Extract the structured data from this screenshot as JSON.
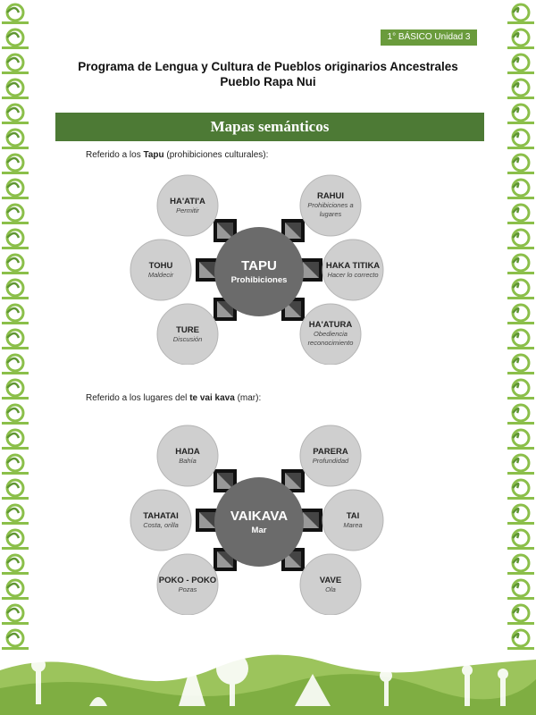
{
  "header": {
    "badge": "1° BÁSICO Unidad 3",
    "title_line1": "Programa de Lengua y Cultura de Pueblos originarios Ancestrales",
    "title_line2": "Pueblo Rapa Nui"
  },
  "banner": {
    "title": "Mapas semánticos"
  },
  "section1": {
    "intro_pre": "Referido a los ",
    "intro_bold": "Tapu",
    "intro_post": " (prohibiciones culturales):",
    "center": {
      "title": "TAPU",
      "subtitle": "Prohibiciones"
    },
    "nodes": [
      {
        "word": "HA'ATI'A",
        "meaning": [
          "Permitir"
        ]
      },
      {
        "word": "RAHUI",
        "meaning": [
          "Prohibiciones a",
          "lugares"
        ]
      },
      {
        "word": "TOHU",
        "meaning": [
          "Maldecir"
        ]
      },
      {
        "word": "HAKA TITIKA",
        "meaning": [
          "Hacer lo correcto"
        ]
      },
      {
        "word": "TURE",
        "meaning": [
          "Discusión"
        ]
      },
      {
        "word": "HA'ATURA",
        "meaning": [
          "Obediencia",
          "reconocimiento"
        ]
      }
    ]
  },
  "section2": {
    "intro_pre": "Referido a los lugares del ",
    "intro_bold": "te vai kava",
    "intro_post": " (mar):",
    "center": {
      "title": "VAIKAVA",
      "subtitle": "Mar"
    },
    "nodes": [
      {
        "word": "HAŊA",
        "meaning": [
          "Bahía"
        ]
      },
      {
        "word": "PARERA",
        "meaning": [
          "Profundidad"
        ]
      },
      {
        "word": "TAHATAI",
        "meaning": [
          "Costa, orilla"
        ]
      },
      {
        "word": "TAI",
        "meaning": [
          "Marea"
        ]
      },
      {
        "word": "POKO - POKO",
        "meaning": [
          "Pozas"
        ]
      },
      {
        "word": "VAVE",
        "meaning": [
          "Ola"
        ]
      }
    ]
  },
  "colors": {
    "green_dark": "#4d7a35",
    "green_light": "#8bbf4a",
    "bubble": "#cfcfcf",
    "center": "#6b6b6b"
  }
}
